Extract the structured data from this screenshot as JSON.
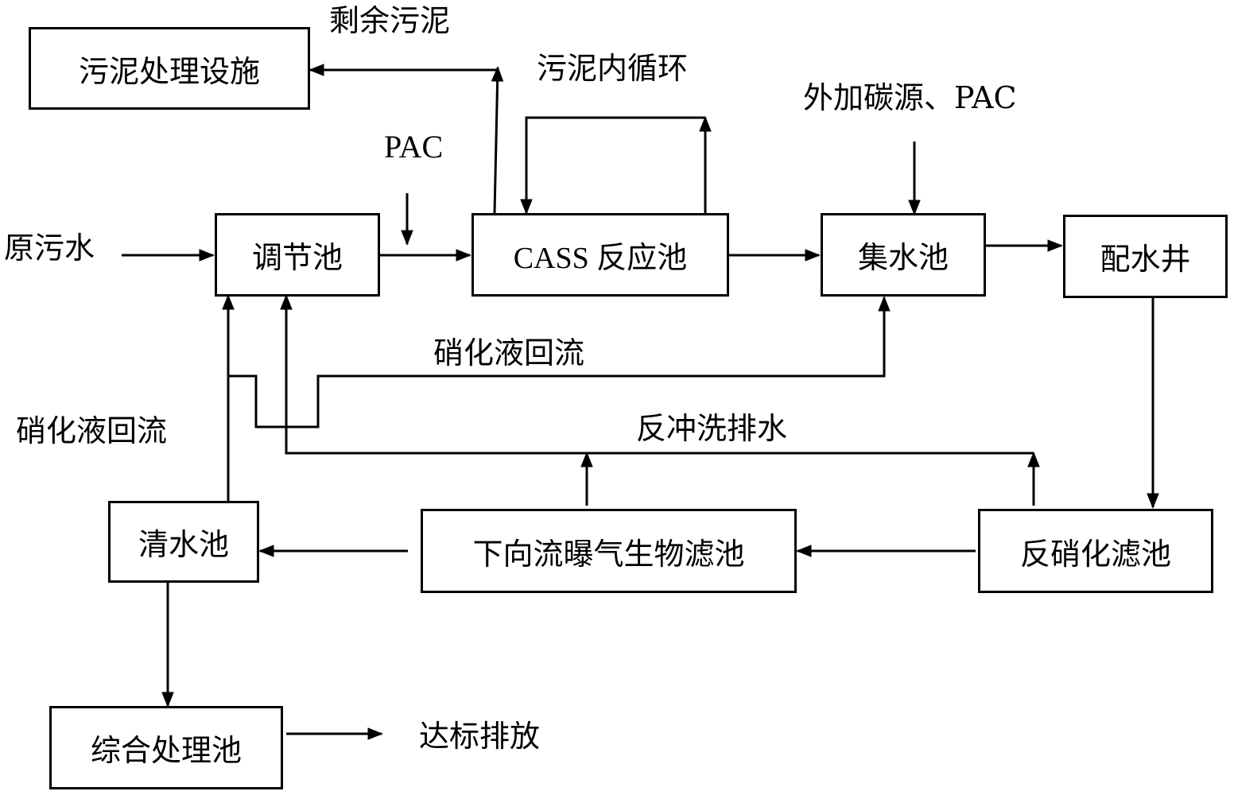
{
  "units": {
    "sludge_facility": "污泥处理设施",
    "equalization": "调节池",
    "cass": "CASS 反应池",
    "collection": "集水池",
    "distribution_well": "配水井",
    "clear_water": "清水池",
    "aerated_filter": "下向流曝气生物滤池",
    "denitrification_filter": "反硝化滤池",
    "integrated_tank": "综合处理池"
  },
  "labels": {
    "excess_sludge": "剩余污泥",
    "internal_recycle": "污泥内循环",
    "pac": "PAC",
    "carbon_pac": "外加碳源、PAC",
    "raw_sewage": "原污水",
    "nitrate_recycle_top": "硝化液回流",
    "nitrate_recycle_left": "硝化液回流",
    "backwash_drain": "反冲洗排水",
    "discharge": "达标排放"
  },
  "colors": {
    "line": "#000000",
    "background": "#ffffff"
  }
}
